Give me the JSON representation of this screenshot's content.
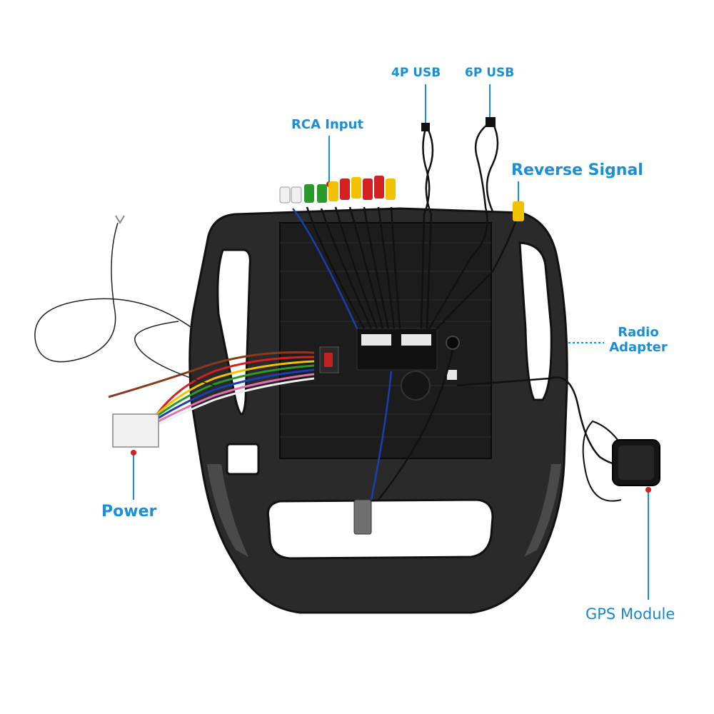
{
  "labels": {
    "usb4p": "4P USB",
    "usb6p": "6P USB",
    "rca": "RCA Input",
    "reverse": "Reverse Signal",
    "radio_line1": "Radio",
    "radio_line2": "Adapter",
    "power": "Power",
    "gps": "GPS Module"
  },
  "colors": {
    "label": "#1a8fd6",
    "frame": "#2a2a2a",
    "frame_trim": "#4a4a4a",
    "panel": "#1c1c1c",
    "connector_white": "#f0f0f0",
    "rca_red": "#d42020",
    "rca_yellow": "#f2c200",
    "rca_green": "#2a9a2a"
  }
}
